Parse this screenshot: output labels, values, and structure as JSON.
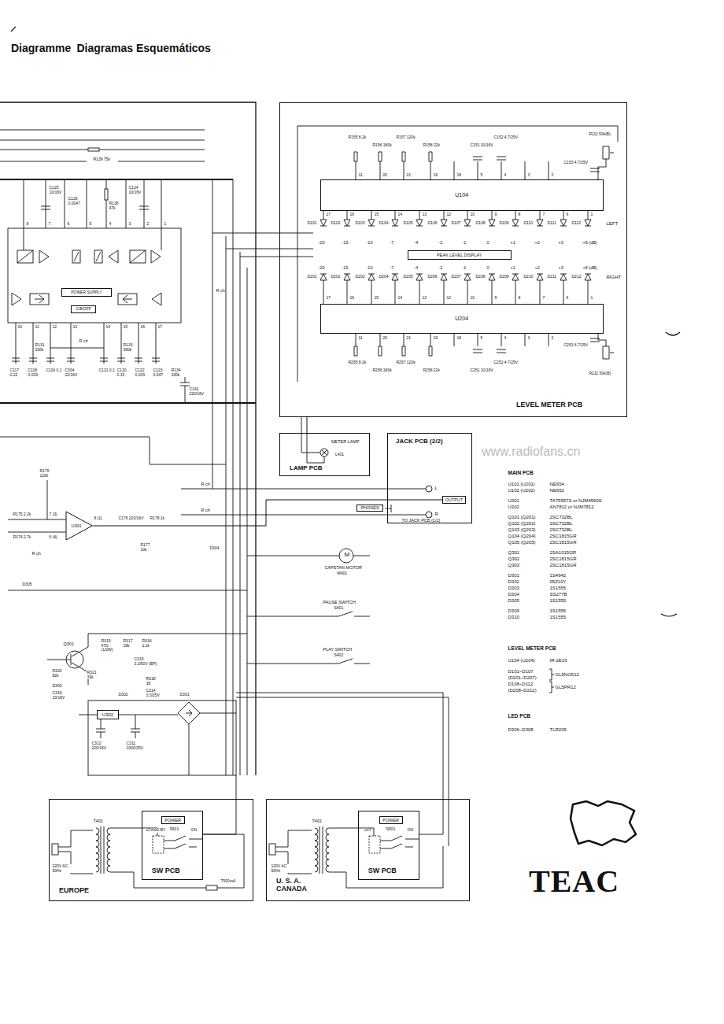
{
  "diagram": {
    "title": "Diagramme",
    "nodes": [
      {
        "text": [
          "LEVEL METER PCB"
        ]
      },
      {
        "text": [
          "U104"
        ],
        "in": 0
      },
      {
        "text": [
          "PEAK LEVEL DISPLAY"
        ],
        "in": 0
      },
      {
        "text": [
          "U204"
        ],
        "in": 0
      },
      {
        "text": [
          "POWER SUPPLY"
        ]
      },
      {
        "text": [
          "C/B/OFF"
        ]
      },
      {
        "text": [
          "METER LAMP",
          "L401",
          "LAMP PCB"
        ]
      },
      {
        "text": [
          "JACK PCB (2/2)"
        ]
      },
      {
        "text": [
          "OUTPUT"
        ],
        "in": 7
      },
      {
        "text": [
          "PHONES"
        ]
      },
      {
        "text": [
          "U301"
        ]
      },
      {
        "text": [
          "U302"
        ]
      },
      {
        "text": [
          "EUROPE"
        ]
      },
      {
        "text": [
          "SW PCB"
        ],
        "in": 12
      },
      {
        "text": [
          "POWER"
        ],
        "in": 13
      },
      {
        "text": [
          "U. S. A. CANADA"
        ]
      },
      {
        "text": [
          "SW PCB"
        ],
        "in": 15
      },
      {
        "text": [
          "POWER"
        ],
        "in": 16
      }
    ],
    "edges": [
      {
        "from": 6,
        "to": 0,
        "arrow": "none"
      },
      {
        "from": 10,
        "to": 8,
        "arrow": "none"
      }
    ],
    "labels": [
      "Diagramas Esquemáticos",
      "R155 8.2k",
      "R156 180k",
      "R157 120k",
      "R158 22k",
      "C151 10/16V",
      "C152 4.7/25V",
      "R111 50k(B)",
      "C153 4.7/25V",
      "11",
      "20",
      "21",
      "19",
      "18",
      "5",
      "4",
      "3",
      "2",
      "17",
      "16",
      "15",
      "14",
      "13",
      "12",
      "10",
      "9",
      "8",
      "7",
      "6",
      "1",
      "D101",
      "D102",
      "D103",
      "D104",
      "D105",
      "D106",
      "D107",
      "D108",
      "D109",
      "D110",
      "D111",
      "D112",
      "-20",
      "-15",
      "-10",
      "-7",
      "-4",
      "-2",
      "-1",
      "0",
      "+1",
      "+2",
      "+3",
      "+6 (dB)",
      "LEFT",
      "-20",
      "-15",
      "-10",
      "-7",
      "-4",
      "-2",
      "-1",
      "0",
      "+1",
      "+2",
      "+3",
      "+6 (dB)",
      "D201",
      "D202",
      "D203",
      "D204",
      "D205",
      "D206",
      "D207",
      "D208",
      "D209",
      "D210",
      "D211",
      "D212",
      "RIGHT",
      "17",
      "16",
      "15",
      "14",
      "13",
      "12",
      "10",
      "9",
      "8",
      "7",
      "6",
      "1",
      "11",
      "20",
      "21",
      "19",
      "18",
      "5",
      "4",
      "3",
      "2",
      "R255 8.2k",
      "R256 180k",
      "R257 120k",
      "R258 22k",
      "C251 10/16V",
      "C252 4.7/25V",
      "C253 4.7/25V",
      "R211 50k(B)",
      "R139 75k",
      "C125 10/16V",
      "C126 0.0047",
      "R136 47k",
      "C124 10/16V",
      "8",
      "7",
      "6",
      "5",
      "4",
      "3",
      "2",
      "1",
      "10",
      "11",
      "12",
      "13",
      "14",
      "15",
      "16",
      "17",
      "R ch",
      "R131 330k",
      "R133 390k",
      "C117 0.22",
      "C118 0.033",
      "C116 0.1",
      "C304 22/16V",
      "C121 0.1",
      "C120 0.15",
      "C122 0.033",
      "C123 0.047",
      "R134 330k",
      "C141 220/16V",
      "R ch",
      "R176 120k",
      "7 (3)",
      "6 (4)",
      "8 (1)",
      "C176 220/16V",
      "R178 1k",
      "R ch",
      "R ch",
      "R175 2.2k",
      "R174 2.7k",
      "R ch",
      "R177 10k",
      "D304",
      "CAPSTAN MOTOR",
      "M401",
      "M",
      "D305",
      "PAUSE SWITCH",
      "S401",
      "PLAY SWITCH",
      "S402",
      "Q301",
      "R319 47Ω (1/2W)",
      "R317 18k",
      "R316 2.2k",
      "C315 3.3/50V (BP)",
      "R318 39",
      "C314 3.3/25V",
      "R320 82k",
      "R321 33k",
      "D303",
      "C316 33/16V",
      "D302",
      "C312 220/16V",
      "C311 1000/25V",
      "D301",
      "220V AC 50Hz",
      "T401",
      "STAND-BY",
      "S501",
      "ON",
      "T500mA",
      "120V AC 60Hz",
      "T401",
      "OFF",
      "S501",
      "ON",
      "L",
      "R",
      "TO JACK PCB (1/2)",
      "MAIN PCB",
      "U101 (U201)",
      "NE654",
      "U102 (U202)",
      "NE652",
      "U301",
      "TA75557S or NJM4560S",
      "U302",
      "AN7812 or NJM7812",
      "Q101 (Q201)",
      "2SC732BL",
      "Q102 (Q202)",
      "2SC732BL",
      "Q103 (Q203)",
      "2SC732BL",
      "Q104 (Q204)",
      "2SC1815GR",
      "Q105 (Q205)",
      "2SC1815GR",
      "Q301",
      "2SA1015GR",
      "Q302",
      "2SC1815GR",
      "Q303",
      "2SC1815GR",
      "D301",
      "1S4942",
      "D302",
      "05Z10Y",
      "D303",
      "1S1555",
      "D304",
      "SS277B",
      "D305",
      "1S1555",
      "D309",
      "1S1555",
      "D310",
      "1S1555",
      "LEVEL METER PCB",
      "U104 (U204)",
      "IR-2E16",
      "D101~D107",
      "(D201~D207)",
      "D108~D112",
      "(D208~D212)",
      "GL5NG512",
      "GL5PR12",
      "LED PCB",
      "D306~D308",
      "TLR205",
      "TEAC",
      "www.radiofans.cn"
    ]
  }
}
